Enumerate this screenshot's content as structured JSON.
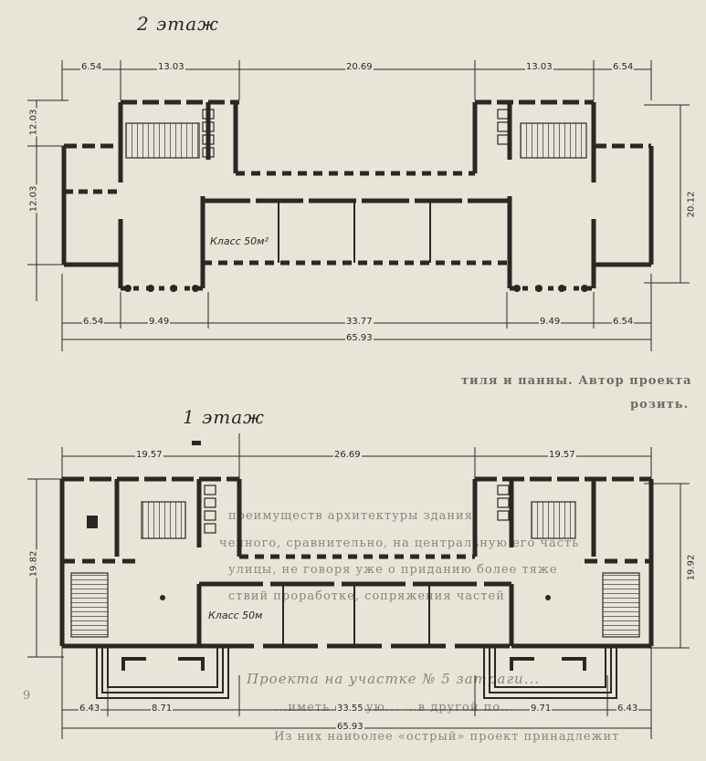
{
  "floor2": {
    "title": "2 этаж",
    "room_label": "Класс 50м²",
    "dims_top": [
      "6.54",
      "13.03",
      "20.69",
      "13.03",
      "6.54"
    ],
    "dims_bottom": [
      "6.54",
      "9.49",
      "33.77",
      "9.49",
      "6.54"
    ],
    "dim_total": "65.93",
    "dim_left_a": "12.03",
    "dim_left_b": "12.03",
    "dim_right": "20.12"
  },
  "floor1": {
    "title": "1 этаж",
    "room_label": "Класс 50м",
    "dims_top": [
      "19.57",
      "26.69",
      "19.57"
    ],
    "dims_bottom": [
      "6.43",
      "8.71",
      "33.55",
      "9.71",
      "6.43"
    ],
    "dim_total": "65.93",
    "dim_left": "19.82",
    "dim_right": "19.92"
  },
  "background_text": {
    "line1": "тиля и панны. Автор проекта",
    "line2": "розить.",
    "para1": "преимуществ архитектуры здания",
    "para2": "ченного, сравнительно, на центральную его часть",
    "para3": "улицы, не говоря уже о приданию более тяже",
    "para4": "ствий проработке, сопряжения частей",
    "para5": "Проекта на участке № 5 затраги...",
    "para6": "...иметь острую... ...в другой по...",
    "para7": "Из них наиболее «острый» проект принадлежит",
    "margin_mark": "9"
  },
  "colors": {
    "paper": "#e9e4d8",
    "ink": "#2a2724",
    "faded": "#8a857c"
  }
}
